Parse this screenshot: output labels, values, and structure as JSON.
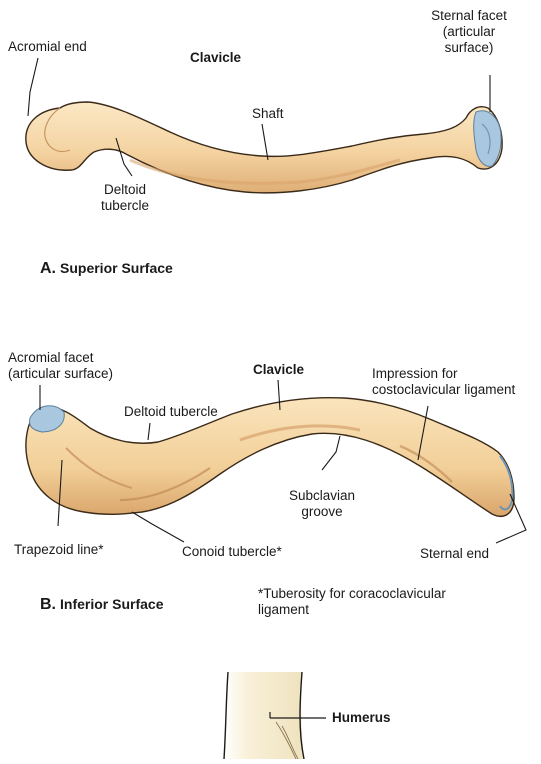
{
  "panel_a": {
    "letter": "A.",
    "title": "Superior Surface",
    "labels": {
      "acromial_end": "Acromial end",
      "clavicle": "Clavicle",
      "sternal_facet_1": "Sternal facet",
      "sternal_facet_2": "(articular",
      "sternal_facet_3": "surface)",
      "shaft": "Shaft",
      "deltoid_tubercle_1": "Deltoid",
      "deltoid_tubercle_2": "tubercle"
    }
  },
  "panel_b": {
    "letter": "B.",
    "title": "Inferior Surface",
    "labels": {
      "acromial_facet_1": "Acromial facet",
      "acromial_facet_2": "(articular surface)",
      "clavicle": "Clavicle",
      "impression_1": "Impression for",
      "impression_2": "costoclavicular ligament",
      "deltoid_tubercle": "Deltoid tubercle",
      "subclavian_1": "Subclavian",
      "subclavian_2": "groove",
      "trapezoid_line": "Trapezoid line*",
      "conoid_tubercle": "Conoid tubercle*",
      "sternal_end": "Sternal end"
    },
    "footnote_1": "*Tuberosity for coracoclavicular",
    "footnote_2": "ligament"
  },
  "panel_c": {
    "humerus": "Humerus"
  },
  "colors": {
    "bone": "#f6dcb0",
    "bone_shadow": "#e0b27c",
    "facet": "#9ebfd9",
    "leader": "#1a1a1a"
  }
}
